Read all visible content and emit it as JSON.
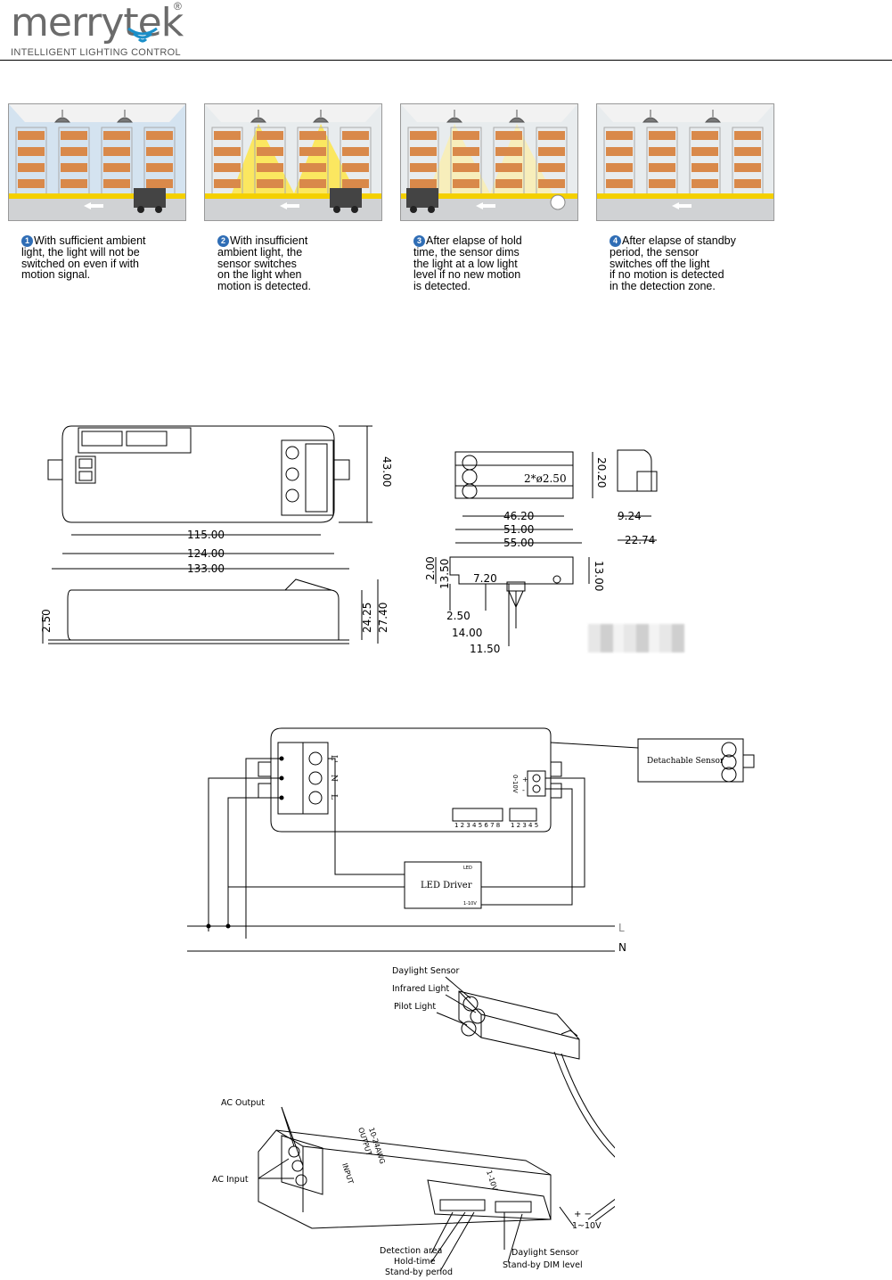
{
  "header": {
    "brand": "merrytek",
    "registered": "®",
    "tagline": "INTELLIGENT LIGHTING CONTROL"
  },
  "scenes": [
    {
      "number": "1",
      "caption": "With sufficient ambient\nlight, the light will not be\nswitched on even if with\nmotion signal."
    },
    {
      "number": "2",
      "caption": "With insufficient\nambient light, the\nsensor switches\non the light when\nmotion is detected."
    },
    {
      "number": "3",
      "caption": "After elapse of hold\ntime, the sensor dims\nthe light at a low light\nlevel if no new motion\nis detected."
    },
    {
      "number": "4",
      "caption": "After elapse of standby\nperiod, the sensor\nswitches off the light\nif no motion is detected\nin the detection zone."
    }
  ],
  "dimensions": {
    "main_length_115": "115.00",
    "main_length_124": "124.00",
    "main_length_133": "133.00",
    "main_height": "43.00",
    "side_2_50": "2.50",
    "side_24_25": "24.25",
    "side_27_40": "27.40",
    "sensor_hole": "2*ø2.50",
    "sensor_46_20": "46.20",
    "sensor_51_00": "51.00",
    "sensor_55_00": "55.00",
    "sensor_20_20": "20.20",
    "sensor_9_24": "9.24",
    "sensor_22_74": "22.74",
    "sensor_2_00": "2.00",
    "sensor_13_50": "13.50",
    "sensor_7_20": "7.20",
    "sensor_13_00": "13.00",
    "sensor_2_50": "2.50",
    "sensor_14_00": "14.00",
    "sensor_11_50": "11.50"
  },
  "wiring": {
    "detachable_sensor": "Detachable Sensor",
    "led_driver": "LED Driver",
    "terminal_labels": [
      "L'",
      "N",
      "L"
    ],
    "dim_label": "0-10V",
    "dim_plus": "+",
    "dim_minus": "-",
    "dip_left": "1 2 3 4 5 6 7 8",
    "dip_right": "1 2 3 4 5",
    "driver_pin_top": "LED",
    "driver_pin_bottom": "1-10V",
    "line_L": "L",
    "line_N": "N"
  },
  "iso": {
    "daylight_sensor": "Daylight Sensor",
    "infrared_light": "Infrared Light",
    "pilot_light": "Pilot  Light",
    "ac_output": "AC Output",
    "ac_input": "AC Input",
    "output_label": "OUTPUT",
    "input_label": "INPUT",
    "awg_label": "10-24AWG",
    "dim_label": "1-10V",
    "plus_minus": "+   −",
    "dim_pins": "1~10V",
    "detection_area": "Detection area",
    "hold_time": "Hold-time",
    "standby_period": "Stand-by period",
    "daylight_sensor_bottom": "Daylight  Sensor",
    "standby_dim": "Stand-by DIM level"
  }
}
